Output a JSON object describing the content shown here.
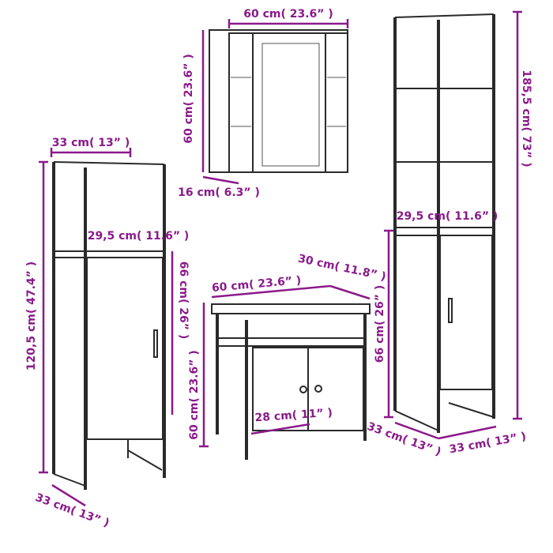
{
  "colors": {
    "dimension": "#8b1a8b",
    "furniture_outline": "#2a2a2a",
    "background": "#ffffff"
  },
  "mirror_cabinet": {
    "width": "60 cm( 23.6” )",
    "height": "60 cm( 23.6” )",
    "depth": "16 cm( 6.3” )"
  },
  "tall_cabinet_left": {
    "width": "33 cm( 13” )",
    "inner_width": "29,5 cm( 11.6” )",
    "door_height": "66 cm( 26” )",
    "height": "120,5 cm( 47.4” )",
    "depth": "33 cm( 13” )"
  },
  "sink_cabinet": {
    "width": "60 cm( 23.6” )",
    "depth": "30 cm( 11.8” )",
    "height": "60 cm( 23.6” )",
    "inner_width": "28 cm( 11” )"
  },
  "tall_cabinet_right": {
    "height": "185,5 cm( 73” )",
    "inner_width": "29,5 cm( 11.6” )",
    "door_height": "66 cm( 26” )",
    "depth": "33 cm( 13” )",
    "width": "33 cm( 13” )"
  }
}
